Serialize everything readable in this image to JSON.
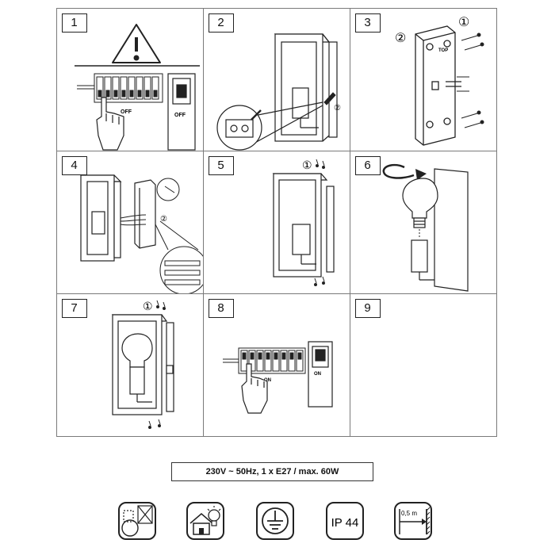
{
  "steps": [
    {
      "number": "1",
      "switch_label": "OFF",
      "breaker_label": "OFF"
    },
    {
      "number": "2",
      "marker": "2"
    },
    {
      "number": "3",
      "marker_a": "1",
      "marker_b": "2",
      "plate_label": "TOP"
    },
    {
      "number": "4",
      "marker": "2"
    },
    {
      "number": "5",
      "marker": "1"
    },
    {
      "number": "6"
    },
    {
      "number": "7",
      "marker": "1"
    },
    {
      "number": "8",
      "switch_label": "ON",
      "breaker_label": "ON"
    },
    {
      "number": "9"
    }
  ],
  "spec": "230V ~ 50Hz, 1 x E27 / max. 60W",
  "icons": [
    {
      "name": "no-bulb-contact-icon"
    },
    {
      "name": "indoor-outdoor-use-icon"
    },
    {
      "name": "protective-earth-icon"
    },
    {
      "name": "ip-rating-icon",
      "label": "IP 44"
    },
    {
      "name": "min-distance-icon",
      "label": "0,5 m"
    }
  ]
}
